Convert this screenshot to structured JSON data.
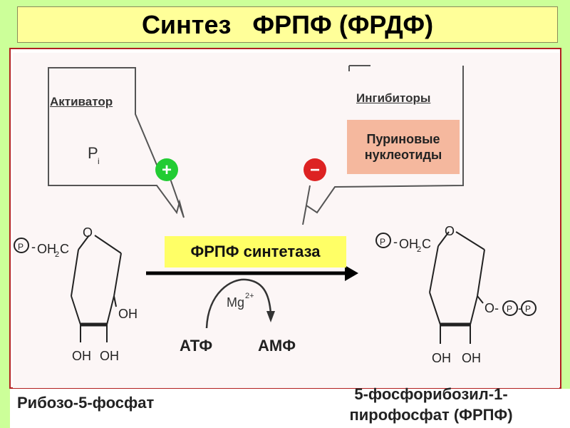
{
  "title": "Синтез   ФРПФ (ФРДФ)",
  "activator_label": "Активатор",
  "activator_value": "P",
  "activator_subscript": "i",
  "inhibitors_label": "Ингибиторы",
  "inhibitor_line1": "Пуриновые",
  "inhibitor_line2": "нуклеотиды",
  "plus_sign": "+",
  "minus_sign": "−",
  "enzyme_label": "ФРПФ синтетаза",
  "cofactor": "Mg",
  "cofactor_charge": "2+",
  "atp_label": "АТФ",
  "amp_label": "АМФ",
  "substrate_caption": "Рибозо-5-фосфат",
  "product_caption_line1": "5-фосфорибозил-1-",
  "product_caption_line2": "пирофосфат (ФРПФ)",
  "ring_oxygen": "O",
  "hydroxyl": "OH",
  "phosphate": "P",
  "ch2_group": "OH",
  "ch2_sub": "2",
  "ch2_c": "C",
  "colors": {
    "activator": "#22cc33",
    "inhibitor": "#dd2222",
    "enzyme_box": "#ffff66",
    "purine_box": "#f5b89e"
  }
}
